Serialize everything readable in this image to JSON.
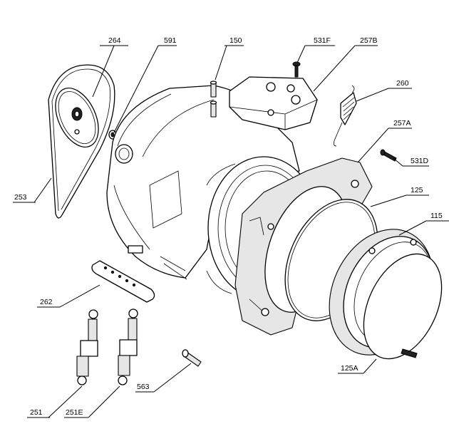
{
  "labels": {
    "l264": "264",
    "l591": "591",
    "l150": "150",
    "l531F": "531F",
    "l257B": "257B",
    "l260": "260",
    "l257A": "257A",
    "l531D": "531D",
    "l125": "125",
    "l115": "115",
    "l253": "253",
    "l262": "262",
    "l563": "563",
    "l251": "251",
    "l251E": "251E",
    "l125A": "125A"
  }
}
